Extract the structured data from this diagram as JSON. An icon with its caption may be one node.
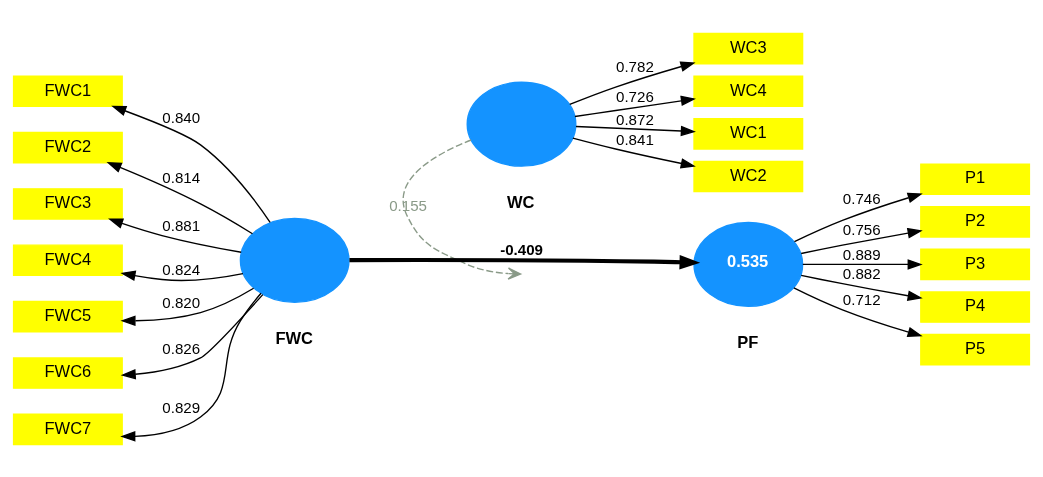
{
  "diagram": {
    "nodes": [
      {
        "text": [
          "WC1"
        ]
      },
      {
        "text": [
          "WC2"
        ]
      },
      {
        "text": [
          "WC3"
        ]
      },
      {
        "text": [
          "WC4"
        ]
      },
      {
        "text": [],
        "shape": "circle",
        "beside": [
          "WC"
        ]
      },
      {
        "text": [
          "FWC1"
        ]
      },
      {
        "text": [
          "FWC2"
        ]
      },
      {
        "text": [
          "FWC3"
        ]
      },
      {
        "text": [
          "FWC4"
        ]
      },
      {
        "text": [
          "FWC5"
        ]
      },
      {
        "text": [
          "FWC6"
        ]
      },
      {
        "text": [
          "FWC7"
        ]
      },
      {
        "text": [],
        "shape": "circle",
        "beside": [
          "FWC"
        ]
      },
      {
        "text": [
          "0.535"
        ],
        "beside": [
          "PF"
        ]
      },
      {
        "text": [
          "P1"
        ]
      },
      {
        "text": [
          "P2"
        ]
      },
      {
        "text": [
          "P3"
        ]
      },
      {
        "text": [
          "P4"
        ]
      },
      {
        "text": [
          "P5"
        ]
      }
    ],
    "edges": [
      {
        "from": 4,
        "to": 0,
        "arrow": "to",
        "label": "0.872"
      },
      {
        "from": 4,
        "to": 1,
        "arrow": "to",
        "label": "0.841"
      },
      {
        "from": 4,
        "to": 2,
        "arrow": "to",
        "label": "0.782"
      },
      {
        "from": 4,
        "to": 3,
        "arrow": "to",
        "label": "0.726"
      },
      {
        "from": 12,
        "to": 5,
        "arrow": "to",
        "label": "0.840"
      },
      {
        "from": 12,
        "to": 6,
        "arrow": "to",
        "label": "0.814"
      },
      {
        "from": 12,
        "to": 7,
        "arrow": "to",
        "label": "0.881"
      },
      {
        "from": 12,
        "to": 8,
        "arrow": "to",
        "label": "0.824"
      },
      {
        "from": 12,
        "to": 9,
        "arrow": "to",
        "label": "0.820"
      },
      {
        "from": 12,
        "to": 10,
        "arrow": "to",
        "label": "0.826"
      },
      {
        "from": 12,
        "to": 11,
        "arrow": "to",
        "label": "0.829"
      },
      {
        "from": 12,
        "to": 13,
        "arrow": "to",
        "label": "-0.409",
        "style": "thick"
      },
      {
        "from": 4,
        "to": null,
        "arrow": "to",
        "label": "0.155",
        "style": "dashed",
        "color": "#8a9a88"
      },
      {
        "from": 13,
        "to": 14,
        "arrow": "to",
        "label": "0.746"
      },
      {
        "from": 13,
        "to": 15,
        "arrow": "to",
        "label": "0.756"
      },
      {
        "from": 13,
        "to": 16,
        "arrow": "to",
        "label": "0.889"
      },
      {
        "from": 13,
        "to": 17,
        "arrow": "to",
        "label": "0.882"
      },
      {
        "from": 13,
        "to": 18,
        "arrow": "to",
        "label": "0.712"
      }
    ]
  }
}
